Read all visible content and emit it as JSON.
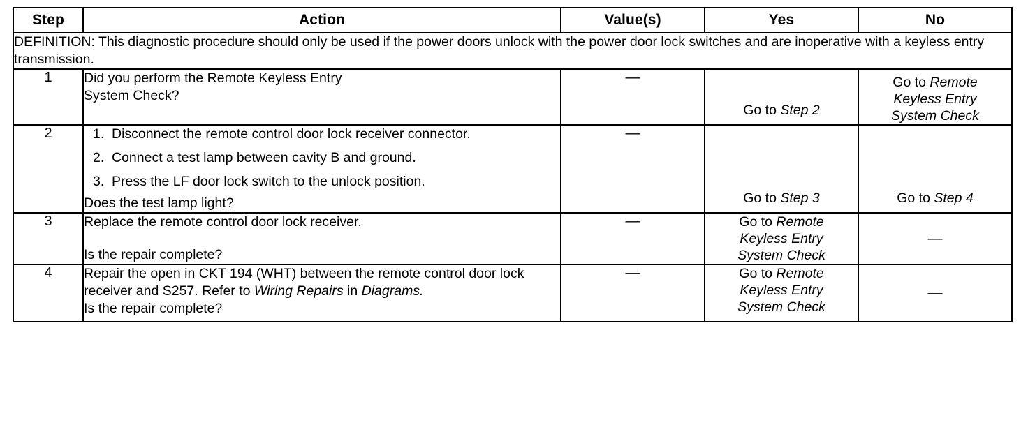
{
  "table": {
    "headers": {
      "step": "Step",
      "action": "Action",
      "values": "Value(s)",
      "yes": "Yes",
      "no": "No"
    },
    "definition": {
      "line1": "DEFINITION: This diagnostic procedure should only be used if the power doors unlock with the power door lock switches",
      "line2": "and are inoperative with a keyless entry transmission."
    },
    "dash": "—",
    "rows": [
      {
        "step": "1",
        "action": {
          "line1": "Did you perform the Remote Keyless Entry",
          "line2": "System Check?"
        },
        "value": "—",
        "yes": {
          "prefix": "Go to ",
          "italic": "Step 2"
        },
        "no": {
          "prefix": "Go to ",
          "italic_line1": "Remote",
          "italic_line2": "Keyless Entry",
          "italic_line3": "System Check"
        }
      },
      {
        "step": "2",
        "action": {
          "items": [
            {
              "num": "1.",
              "text1": "Disconnect the remote control door lock receiver",
              "text2": "connector."
            },
            {
              "num": "2.",
              "text1": "Connect a test lamp between cavity B and ground."
            },
            {
              "num": "3.",
              "text1": "Press the LF door lock switch to the unlock position."
            }
          ],
          "question": "Does the test lamp light?"
        },
        "value": "—",
        "yes": {
          "prefix": "Go to ",
          "italic": "Step 3"
        },
        "no": {
          "prefix": "Go to ",
          "italic": "Step 4"
        }
      },
      {
        "step": "3",
        "action": {
          "line1": "Replace the remote control door lock receiver.",
          "question": "Is the repair complete?"
        },
        "value": "—",
        "yes": {
          "prefix": "Go to ",
          "italic_line1": "Remote",
          "italic_line2": "Keyless Entry",
          "italic_line3": "System Check"
        },
        "no": "—"
      },
      {
        "step": "4",
        "action": {
          "line1a": "Repair the open in CKT 194 (WHT) between the remote",
          "line2a": "control door lock receiver and S257. Refer to ",
          "line2_italic": "Wiring",
          "line3_italic": "Repairs",
          "line3_mid": " in ",
          "line3_italic2": "Diagrams.",
          "question": "Is the repair complete?"
        },
        "value": "—",
        "yes": {
          "prefix": "Go to ",
          "italic_line1": "Remote",
          "italic_line2": "Keyless Entry",
          "italic_line3": "System Check"
        },
        "no": "—"
      }
    ]
  }
}
